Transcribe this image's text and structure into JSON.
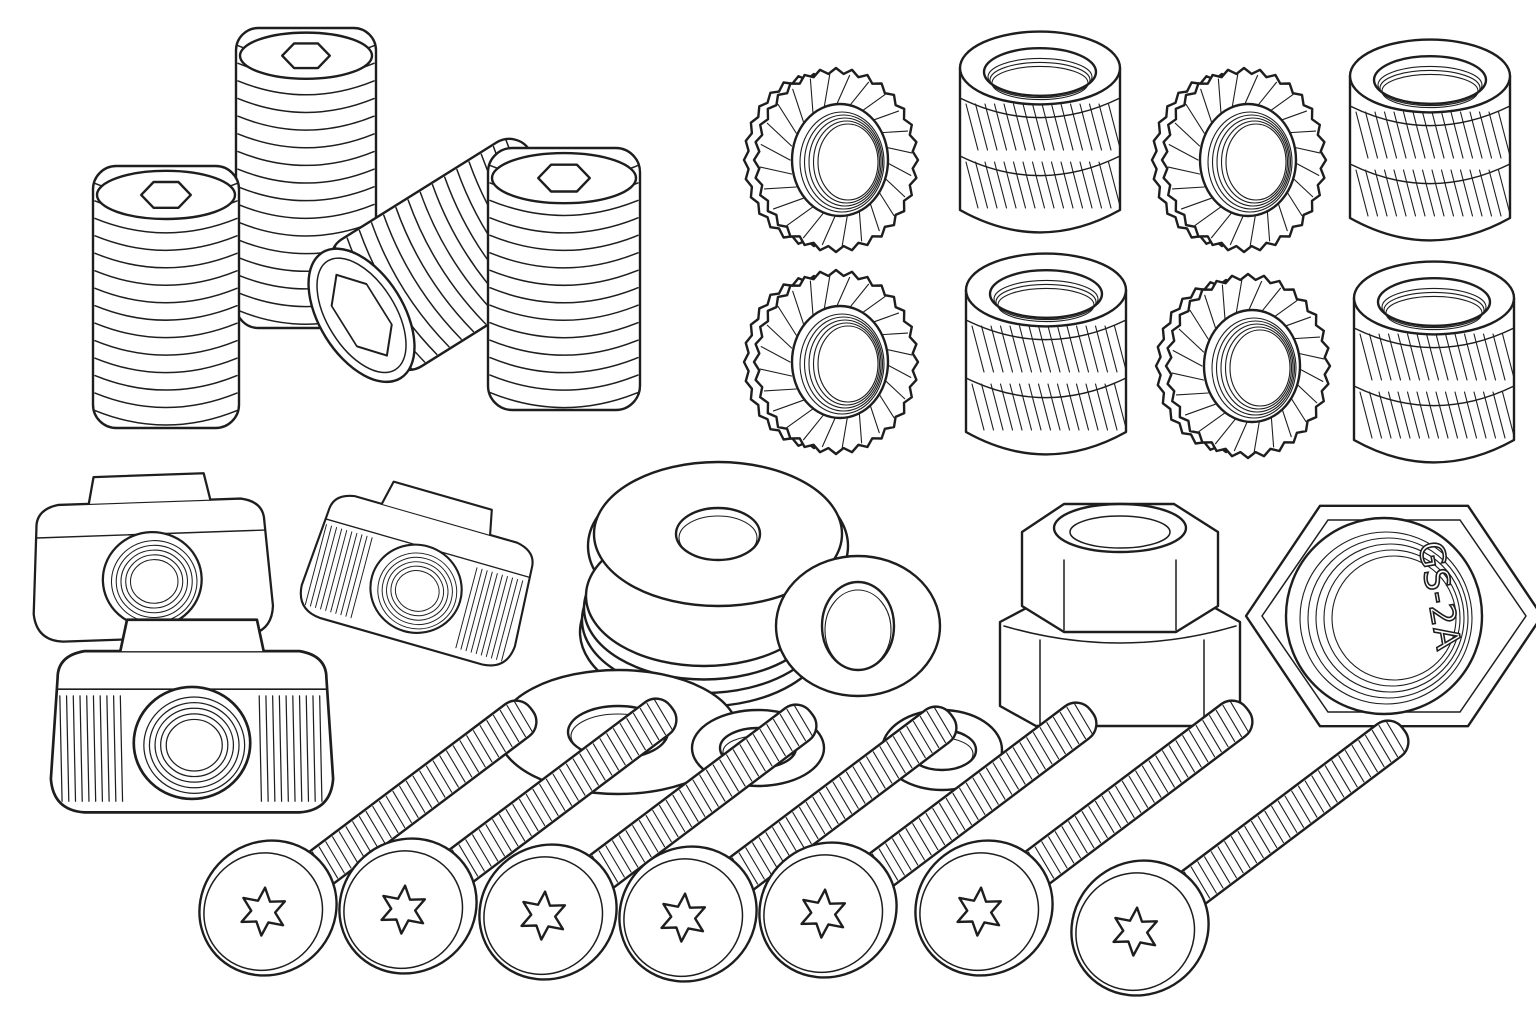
{
  "scene": {
    "background": "#ffffff",
    "line_color": "#1e1e1e",
    "groups": {
      "set_screws": {
        "count": 4,
        "icon": "set-screw-icon"
      },
      "threaded_inserts": {
        "count": 8,
        "icon": "threaded-insert-icon"
      },
      "t_slot_nuts": {
        "count": 3,
        "icon": "t-slot-nut-icon"
      },
      "washers": {
        "count": 7,
        "icon": "washer-icon"
      },
      "hex_nuts": {
        "count": 2,
        "icon": "hex-nut-icon"
      },
      "machine_screws": {
        "count": 7,
        "icon": "torx-screw-icon"
      }
    },
    "hex_nut_marking": "GS-2A"
  }
}
